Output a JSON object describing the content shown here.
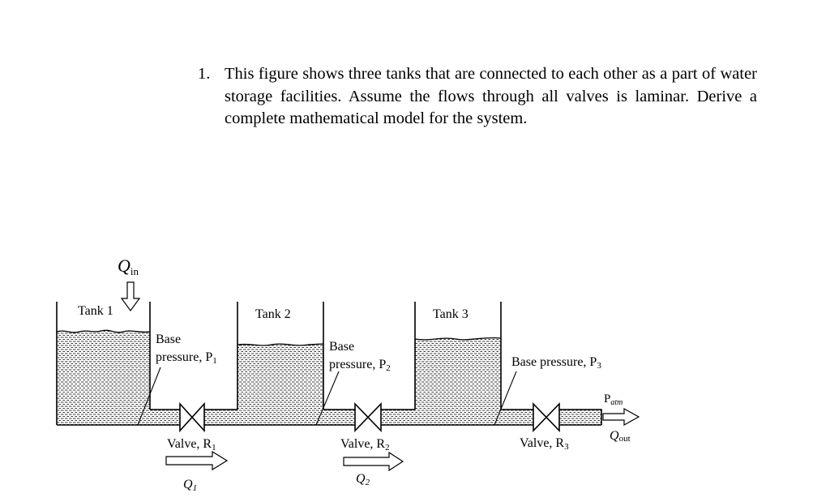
{
  "question": {
    "number": "1.",
    "text": "This figure shows three tanks that are connected to each other as a part of water storage facilities. Assume the flows through all valves is laminar. Derive a complete mathematical model for the system."
  },
  "figure": {
    "inflow": {
      "symbol": "Q",
      "sub": "in"
    },
    "tanks": [
      {
        "label": "Tank 1",
        "pressure_line1": "Base",
        "pressure_line2": "pressure, P",
        "pressure_sub": "1"
      },
      {
        "label": "Tank 2",
        "pressure_line1": "Base",
        "pressure_line2": "pressure, P",
        "pressure_sub": "2"
      },
      {
        "label": "Tank 3",
        "pressure_line": "Base pressure, P",
        "pressure_sub": "3"
      }
    ],
    "valves": [
      {
        "label": "Valve, R",
        "sub": "1",
        "flow": "Q",
        "flow_sub": "1"
      },
      {
        "label": "Valve, R",
        "sub": "2",
        "flow": "Q",
        "flow_sub": "2"
      },
      {
        "label": "Valve, R",
        "sub": "3"
      }
    ],
    "outlet": {
      "pressure": "P",
      "pressure_sub": "atm",
      "flow": "Q",
      "flow_sub": "out"
    }
  }
}
